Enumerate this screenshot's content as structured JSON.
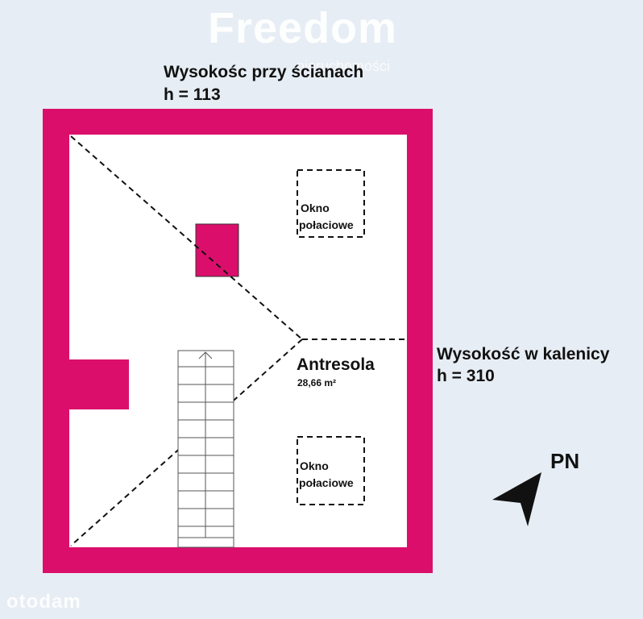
{
  "watermark": {
    "brand": "Freedom",
    "sub": "nieruchomości",
    "footer": "otodam"
  },
  "labels": {
    "wall_height_title": "Wysokośc przy ścianach",
    "wall_height_value": "h = 113",
    "ridge_height_title": "Wysokość w kalenicy",
    "ridge_height_value": "h = 310",
    "room_name": "Antresola",
    "room_area": "28,66 m²",
    "skylight_top_line1": "Okno",
    "skylight_top_line2": "połaciowe",
    "skylight_bottom_line1": "Okno",
    "skylight_bottom_line2": "połaciowe",
    "north": "PN"
  },
  "colors": {
    "background": "#e7edf4",
    "wall": "#db0f6b",
    "floor": "#ffffff",
    "line": "#111111"
  }
}
